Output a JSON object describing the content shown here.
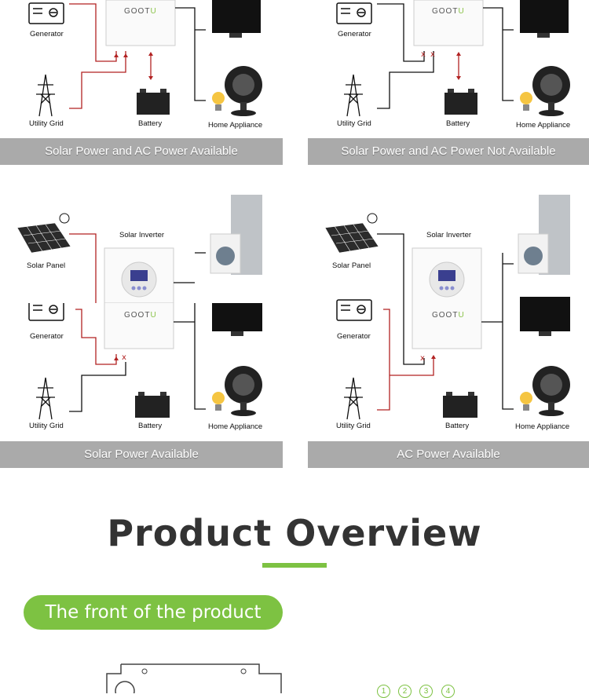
{
  "panels": [
    {
      "caption": "Solar Power and AC Power Available",
      "labels": {
        "generator": "Generator",
        "grid": "Utility Grid",
        "battery": "Battery",
        "appliance": "Home Appliance"
      }
    },
    {
      "caption": "Solar Power and AC Power Not Available",
      "labels": {
        "generator": "Generator",
        "grid": "Utility Grid",
        "battery": "Battery",
        "appliance": "Home Appliance"
      }
    },
    {
      "caption": "Solar Power Available",
      "labels": {
        "solar": "Solar Panel",
        "inverter": "Solar Inverter",
        "generator": "Generator",
        "grid": "Utility Grid",
        "battery": "Battery",
        "appliance": "Home Appliance"
      }
    },
    {
      "caption": "AC Power Available",
      "labels": {
        "solar": "Solar Panel",
        "inverter": "Solar Inverter",
        "generator": "Generator",
        "grid": "Utility Grid",
        "battery": "Battery",
        "appliance": "Home Appliance"
      }
    }
  ],
  "logo": {
    "main": "GOOT",
    "accent": "U"
  },
  "section": {
    "title": "Product Overview",
    "subtitle": "The front of the product"
  },
  "numbers": [
    "1",
    "2",
    "3",
    "4"
  ],
  "colors": {
    "accent": "#7dc242",
    "caption_bg": "#aaaaaa",
    "wire_red": "#b22222",
    "wire_black": "#111111"
  }
}
